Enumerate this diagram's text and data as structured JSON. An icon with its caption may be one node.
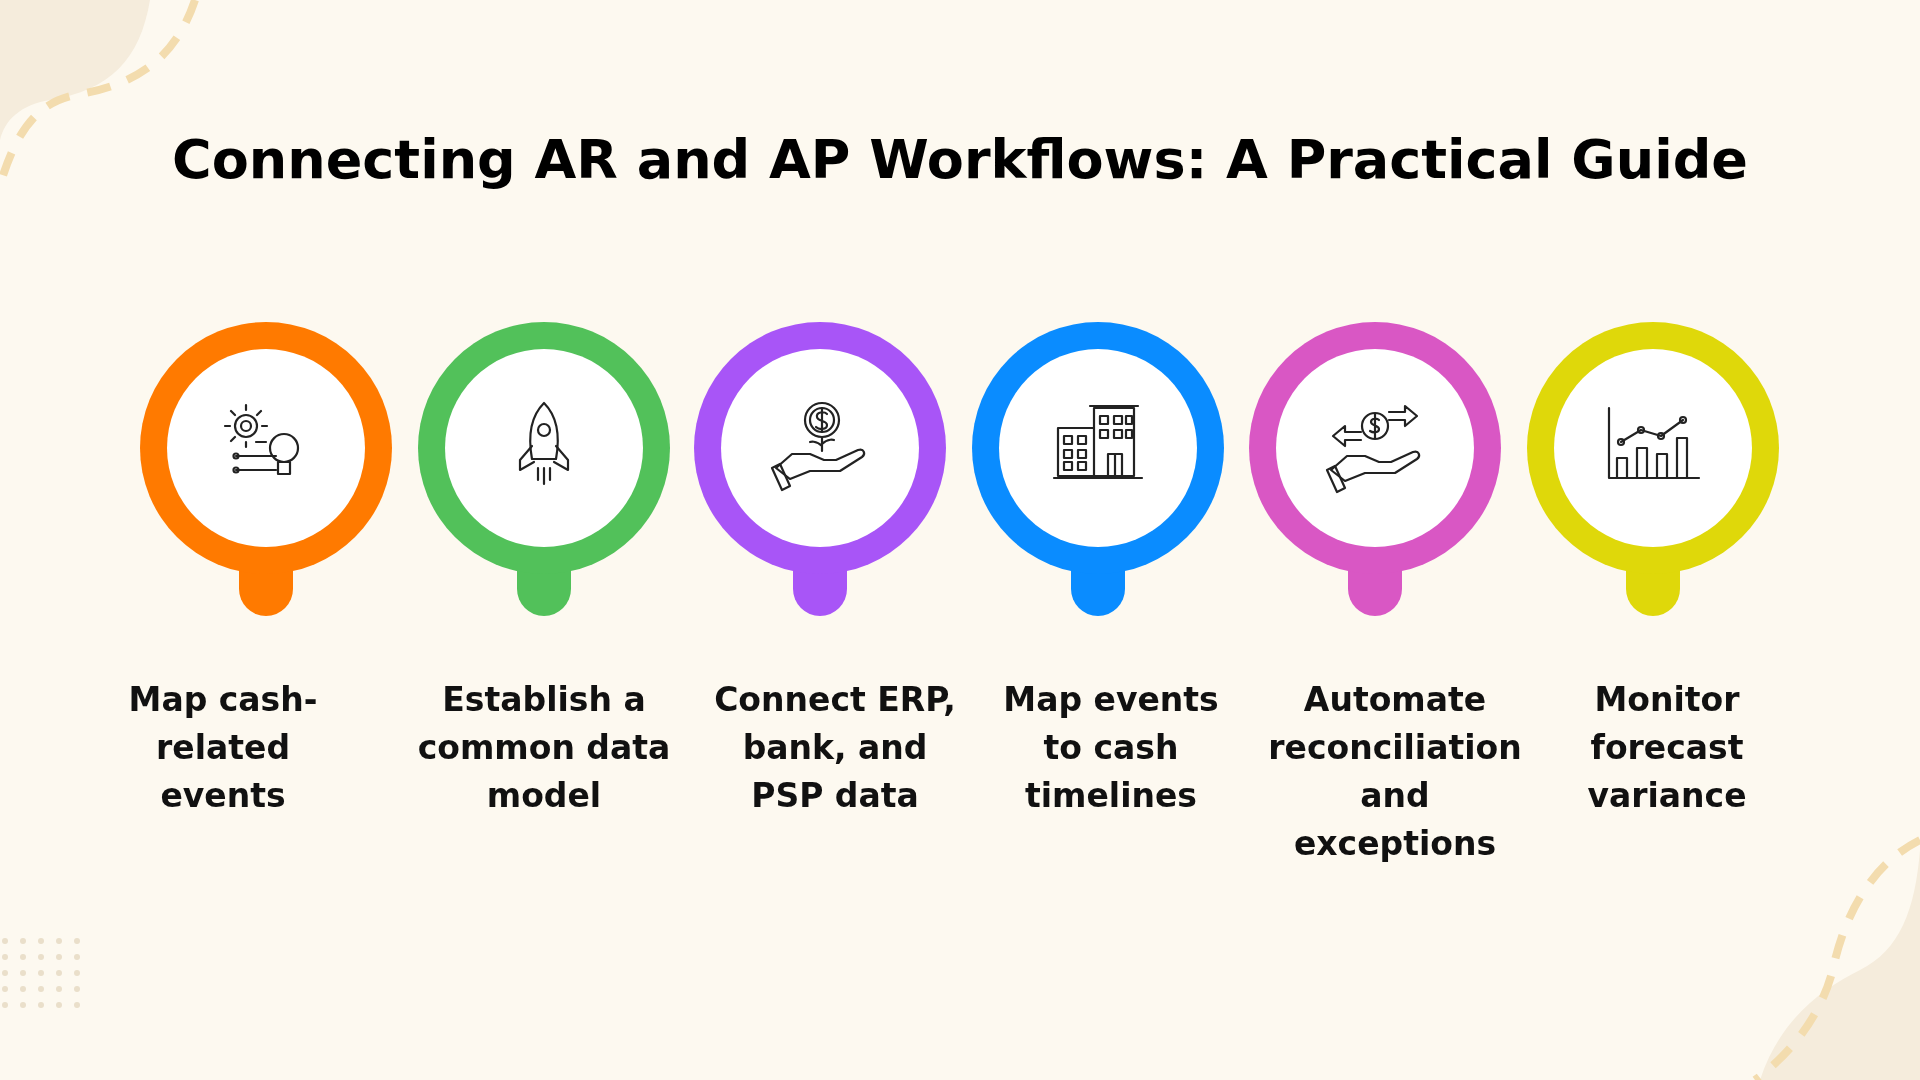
{
  "diagram": {
    "title": "Connecting AR and AP Workflows: A Practical Guide",
    "nodes": [
      {
        "text": [
          "Map cash-related events"
        ]
      },
      {
        "text": [
          "Establish a common data model"
        ]
      },
      {
        "text": [
          "Connect ERP, bank, and PSP data"
        ]
      },
      {
        "text": [
          "Map events to cash timelines"
        ]
      },
      {
        "text": [
          "Automate reconciliation and exceptions"
        ]
      },
      {
        "text": [
          "Monitor forecast variance"
        ]
      }
    ],
    "edges": []
  }
}
